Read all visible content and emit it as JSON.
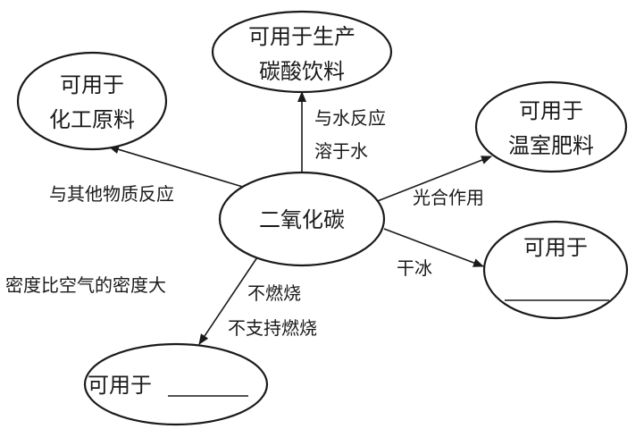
{
  "center": {
    "label": "二氧化碳"
  },
  "nodes": {
    "chemical_raw_materials": {
      "line1": "可用于",
      "line2": "化工原料"
    },
    "carbonated_drinks": {
      "line1": "可用于生产",
      "line2": "碳酸饮料"
    },
    "greenhouse_fertilizer": {
      "line1": "可用于",
      "line2": "温室肥料"
    },
    "dry_ice_use": {
      "line1": "可用于"
    },
    "density_use": {
      "line1": "可用于"
    }
  },
  "edges": {
    "reacts_with_others": "与其他物质反应",
    "water_line1": "与水反应",
    "water_line2": "溶于水",
    "photosynthesis": "光合作用",
    "dry_ice": "干冰",
    "density": "密度比空气的密度大",
    "nonflammable_line1": "不燃烧",
    "nonflammable_line2": "不支持燃烧"
  }
}
